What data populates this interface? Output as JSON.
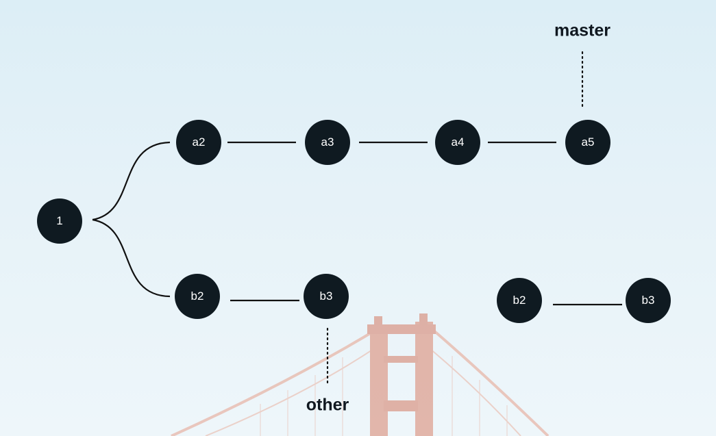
{
  "diagram": {
    "nodes": {
      "n1": "1",
      "a2": "a2",
      "a3": "a3",
      "a4": "a4",
      "a5": "a5",
      "b2": "b2",
      "b3": "b3",
      "b2_copy": "b2",
      "b3_copy": "b3"
    },
    "labels": {
      "master": "master",
      "other": "other"
    },
    "edges": [
      [
        "1",
        "a2"
      ],
      [
        "a2",
        "a3"
      ],
      [
        "a3",
        "a4"
      ],
      [
        "a4",
        "a5"
      ],
      [
        "1",
        "b2"
      ],
      [
        "b2",
        "b3"
      ],
      [
        "b2 (copy)",
        "b3 (copy)"
      ]
    ],
    "pointers": [
      {
        "label": "master",
        "target": "a5"
      },
      {
        "label": "other",
        "target": "b3"
      }
    ]
  },
  "colors": {
    "node_fill": "#0f1a21",
    "node_text": "#ffffff",
    "edge": "#111111",
    "bridge": "#d9826b"
  }
}
